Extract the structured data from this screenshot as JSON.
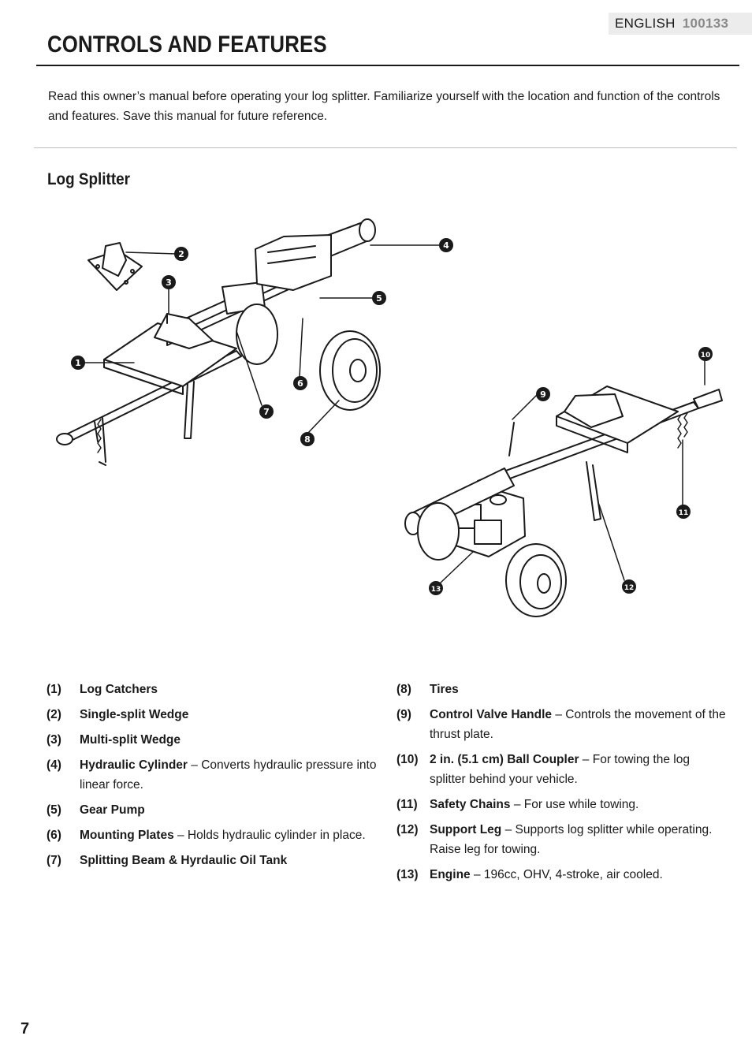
{
  "header": {
    "language": "ENGLISH",
    "code": "100133"
  },
  "title": "CONTROLS AND FEATURES",
  "intro": "Read this owner’s manual before operating your log splitter. Familiarize yourself with the location and function of the controls and features. Save this manual for future reference.",
  "section_title": "Log Splitter",
  "callouts": [
    "1",
    "2",
    "3",
    "4",
    "5",
    "6",
    "7",
    "8",
    "9",
    "10",
    "11",
    "12",
    "13"
  ],
  "items_left": [
    {
      "num": "(1)",
      "name": "Log Catchers",
      "desc": ""
    },
    {
      "num": "(2)",
      "name": "Single-split Wedge",
      "desc": ""
    },
    {
      "num": "(3)",
      "name": "Multi-split Wedge",
      "desc": ""
    },
    {
      "num": "(4)",
      "name": "Hydraulic Cylinder",
      "desc": " – Converts hydraulic pressure into linear force."
    },
    {
      "num": "(5)",
      "name": "Gear Pump",
      "desc": ""
    },
    {
      "num": "(6)",
      "name": "Mounting Plates",
      "desc": " – Holds hydraulic cylinder in place."
    },
    {
      "num": "(7)",
      "name": "Splitting Beam & Hyrdaulic Oil Tank",
      "desc": ""
    }
  ],
  "items_right": [
    {
      "num": "(8)",
      "name": "Tires",
      "desc": ""
    },
    {
      "num": "(9)",
      "name": "Control Valve Handle",
      "desc": " – Controls the movement of the thrust plate."
    },
    {
      "num": "(10)",
      "name": "2 in. (5.1 cm) Ball Coupler",
      "desc": " – For towing the log splitter behind your vehicle."
    },
    {
      "num": "(11)",
      "name": "Safety Chains",
      "desc": " – For use while towing."
    },
    {
      "num": "(12)",
      "name": "Support Leg",
      "desc": " – Supports log splitter while operating. Raise leg for towing."
    },
    {
      "num": "(13)",
      "name": "Engine",
      "desc": " – 196cc, OHV, 4-stroke, air cooled."
    }
  ],
  "page_number": "7"
}
